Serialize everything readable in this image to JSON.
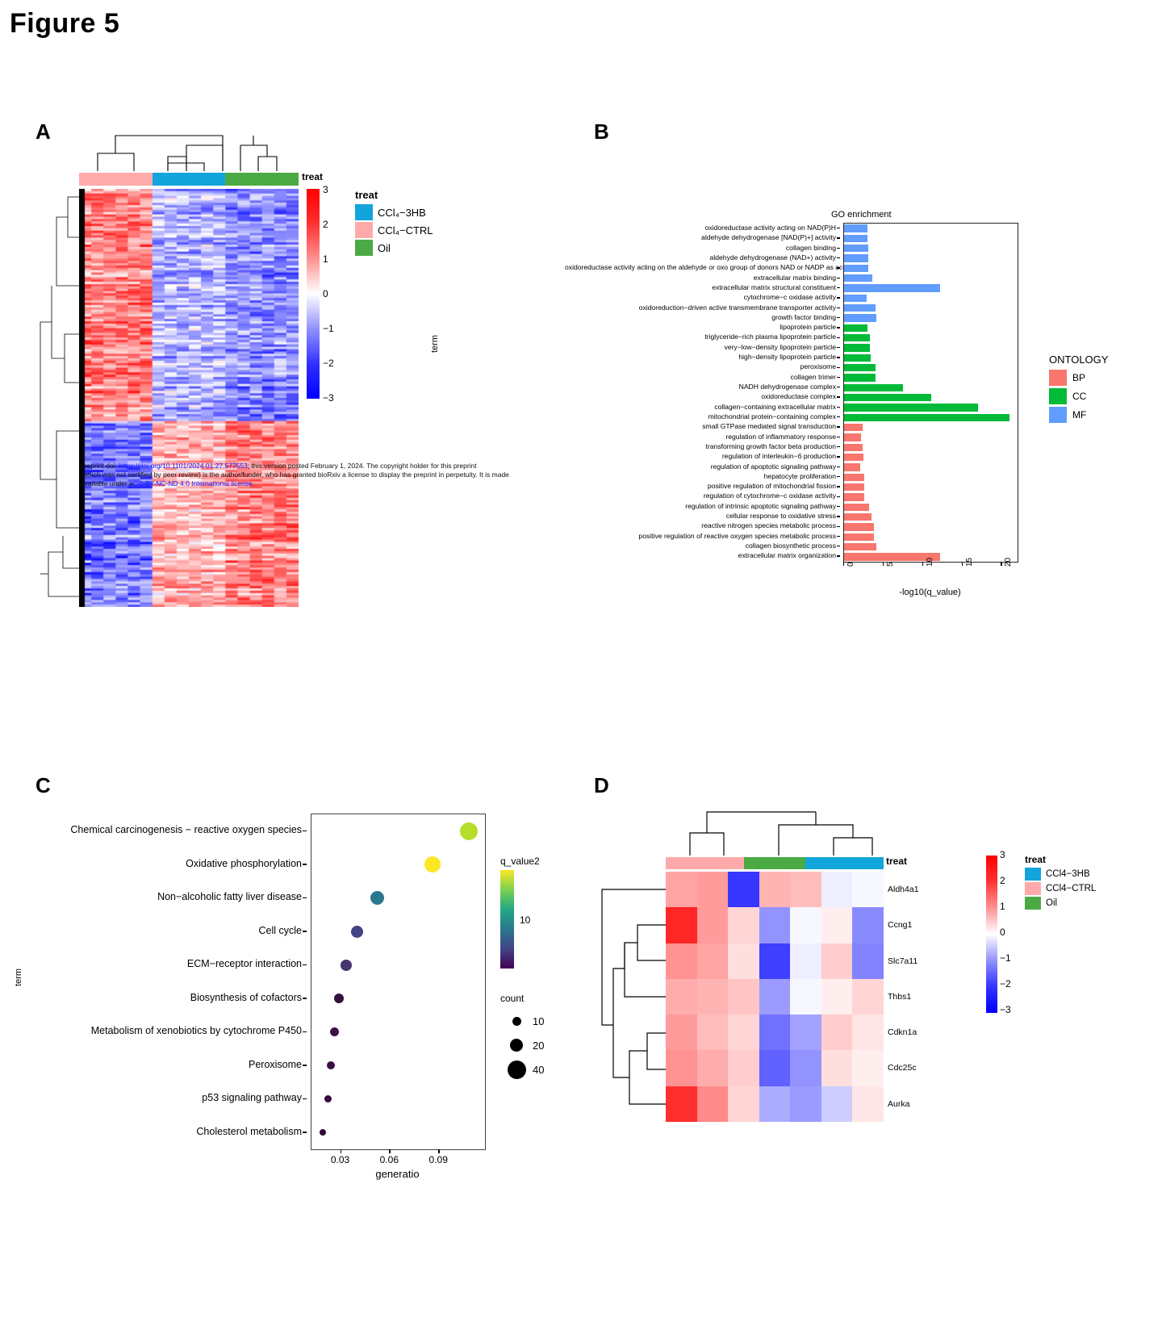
{
  "figure": {
    "title": "Figure 5"
  },
  "panels": {
    "a": "A",
    "b": "B",
    "c": "C",
    "d": "D"
  },
  "watermark": {
    "line1_pre": "preprint doi: ",
    "doi": "https://doi.org/10.1101/2024.01.27.577553",
    "line1_post": "; this version posted February 1, 2024. The copyright holder for this preprint",
    "line2": "(which was not certified by peer review) is the author/funder, who has granted bioRxiv a license to display the preprint in perpetuity. It is made",
    "line3_pre": "available under a",
    "license": "CC-BY-NC-ND 4.0 International license",
    "line3_post": "."
  },
  "panelA": {
    "treat_label": "treat",
    "legend_title": "treat",
    "legend": [
      {
        "label": "CCl₄−3HB",
        "color": "#12a5dc"
      },
      {
        "label": "CCl₄−CTRL",
        "color": "#ffaaaa"
      },
      {
        "label": "Oil",
        "color": "#4caa44"
      }
    ],
    "colorbar_ticks": [
      "3",
      "2",
      "1",
      "0",
      "−1",
      "−2",
      "−3"
    ],
    "group_bar": [
      {
        "group": "CCl4-CTRL",
        "color": "#ffaaaa",
        "width_pct": 33.3
      },
      {
        "group": "CCl4-3HB",
        "color": "#12a5dc",
        "width_pct": 33.3
      },
      {
        "group": "Oil",
        "color": "#4caa44",
        "width_pct": 33.4
      }
    ]
  },
  "chart_data": [
    {
      "type": "bar",
      "panel": "B",
      "title": "GO enrichment",
      "xlabel": "-log10(q_value)",
      "ylabel": "term",
      "xlim": [
        0,
        22
      ],
      "xticks": [
        0,
        5,
        10,
        15,
        20
      ],
      "grid": false,
      "legend_title": "ONTOLOGY",
      "legend": [
        {
          "name": "BP",
          "color": "#f8766d"
        },
        {
          "name": "CC",
          "color": "#00ba38"
        },
        {
          "name": "MF",
          "color": "#619cff"
        }
      ],
      "categories": [
        "oxidoreductase activity acting on NAD(P)H",
        "aldehyde dehydrogenase [NAD(P)+] activity",
        "collagen binding",
        "aldehyde dehydrogenase (NAD+) activity",
        "oxidoreductase activity  acting on the aldehyde or oxo group of donors  NAD or NADP as acceptor",
        "extracellular matrix binding",
        "extracellular matrix structural constituent",
        "cytochrome−c oxidase activity",
        "oxidoreduction−driven active transmembrane transporter activity",
        "growth factor binding",
        "lipoprotein particle",
        "triglyceride−rich plasma lipoprotein particle",
        "very−low−density lipoprotein particle",
        "high−density lipoprotein particle",
        "peroxisome",
        "collagen trimer",
        "NADH dehydrogenase complex",
        "oxidoreductase complex",
        "collagen−containing extracellular matrix",
        "mitochondrial protein−containing complex",
        "small GTPase mediated signal transduction",
        "regulation of inflammatory response",
        "transforming growth factor beta production",
        "regulation of interleukin−6 production",
        "regulation of apoptotic signaling pathway",
        "hepatocyte proliferation",
        "positive regulation of mitochondrial fission",
        "regulation of cytochrome−c oxidase activity",
        "regulation of intrinsic apoptotic signaling pathway",
        "cellular response to oxidative stress",
        "reactive nitrogen species metabolic process",
        "positive regulation of reactive oxygen species metabolic process",
        "collagen biosynthetic process",
        "extracellular matrix organization"
      ],
      "values": [
        3.0,
        3.0,
        3.1,
        3.1,
        3.1,
        3.6,
        12.2,
        2.9,
        4.0,
        4.1,
        3.0,
        3.3,
        3.3,
        3.4,
        4.0,
        4.0,
        7.5,
        11.0,
        17.0,
        21.0,
        2.4,
        2.1,
        2.4,
        2.5,
        2.0,
        2.6,
        2.6,
        2.6,
        3.2,
        3.5,
        3.8,
        3.8,
        4.1,
        12.2
      ],
      "ontology": [
        "MF",
        "MF",
        "MF",
        "MF",
        "MF",
        "MF",
        "MF",
        "MF",
        "MF",
        "MF",
        "CC",
        "CC",
        "CC",
        "CC",
        "CC",
        "CC",
        "CC",
        "CC",
        "CC",
        "CC",
        "BP",
        "BP",
        "BP",
        "BP",
        "BP",
        "BP",
        "BP",
        "BP",
        "BP",
        "BP",
        "BP",
        "BP",
        "BP",
        "BP"
      ]
    },
    {
      "type": "scatter",
      "panel": "C",
      "title": "",
      "xlabel": "generatio",
      "ylabel": "term",
      "xlim": [
        0.012,
        0.118
      ],
      "xticks": [
        0.03,
        0.06,
        0.09
      ],
      "xticklabels": [
        "0.03",
        "0.06",
        "0.09"
      ],
      "color_legend_title": "q_value2",
      "color_legend_ticks": [
        "10"
      ],
      "size_legend_title": "count",
      "size_legend_values": [
        10,
        20,
        40
      ],
      "categories": [
        "Chemical carcinogenesis − reactive oxygen species",
        "Oxidative phosphorylation",
        "Non−alcoholic fatty liver disease",
        "Cell cycle",
        "ECM−receptor interaction",
        "Biosynthesis of cofactors",
        "Metabolism of xenobiotics by cytochrome P450",
        "Peroxisome",
        "p53 signaling pathway",
        "Cholesterol metabolism"
      ],
      "generatio": [
        0.108,
        0.086,
        0.052,
        0.04,
        0.033,
        0.029,
        0.026,
        0.024,
        0.022,
        0.019
      ],
      "count": [
        44,
        38,
        30,
        26,
        22,
        19,
        17,
        15,
        14,
        12
      ],
      "q_value2": [
        17.5,
        16.0,
        10.5,
        6.0,
        4.5,
        2.5,
        2.0,
        1.6,
        1.3,
        1.0
      ],
      "dot_colors": [
        "#b5de2b",
        "#fde725",
        "#2a788e",
        "#414487",
        "#46356e",
        "#35103f",
        "#3c1245",
        "#3a0f43",
        "#36083c",
        "#34073a"
      ],
      "dot_sizes": [
        22,
        20,
        17,
        15,
        14,
        12,
        11,
        10,
        9,
        8
      ]
    }
  ],
  "panelD": {
    "treat_label": "treat",
    "legend_title": "treat",
    "legend": [
      {
        "label": "CCl4−3HB",
        "color": "#12a5dc"
      },
      {
        "label": "CCl4−CTRL",
        "color": "#ffaaaa"
      },
      {
        "label": "Oil",
        "color": "#4caa44"
      }
    ],
    "colorbar_ticks": [
      "3",
      "2",
      "1",
      "0",
      "−1",
      "−2",
      "−3"
    ],
    "genes": [
      "Aldh4a1",
      "Ccng1",
      "Slc7a11",
      "Thbs1",
      "Cdkn1a",
      "Cdc25c",
      "Aurka"
    ],
    "group_bar": [
      {
        "group": "CCl4-CTRL",
        "color": "#ffaaaa",
        "width_pct": 36
      },
      {
        "group": "Oil",
        "color": "#4caa44",
        "width_pct": 28
      },
      {
        "group": "CCl4-3HB",
        "color": "#12a5dc",
        "width_pct": 36
      }
    ],
    "matrix": [
      [
        1.1,
        1.2,
        -2.4,
        0.9,
        0.8,
        -0.2,
        -0.1
      ],
      [
        2.6,
        1.2,
        0.5,
        -1.3,
        -0.1,
        0.2,
        -1.4
      ],
      [
        1.3,
        1.1,
        0.4,
        -2.3,
        -0.2,
        0.6,
        -1.5
      ],
      [
        1.0,
        0.9,
        0.7,
        -1.2,
        -0.1,
        0.2,
        0.5
      ],
      [
        1.2,
        0.8,
        0.5,
        -1.7,
        -1.1,
        0.6,
        0.3
      ],
      [
        1.3,
        1.0,
        0.6,
        -1.9,
        -1.3,
        0.4,
        0.2
      ],
      [
        2.5,
        1.4,
        0.5,
        -1.0,
        -1.2,
        -0.6,
        0.3
      ]
    ]
  }
}
